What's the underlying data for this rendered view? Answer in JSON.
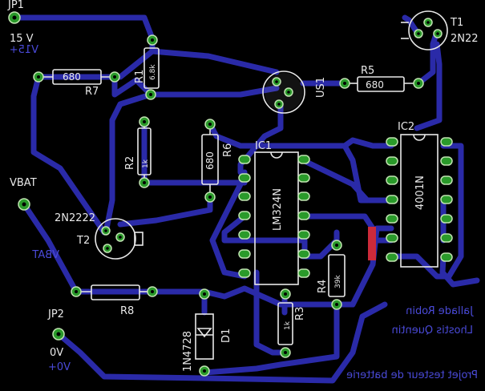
{
  "labels": {
    "jp1": "JP1",
    "jp1_voltage": "15 V",
    "jp1_mirror": "V15+",
    "vbat": "VBAT",
    "vbat_mirror": "VBAT",
    "jp2": "JP2",
    "jp2_voltage": "0V",
    "jp2_mirror": "V0+",
    "t1": "T1",
    "t1_part": "2N22",
    "t2": "T2",
    "t2_part": "2N2222",
    "r7": "R7",
    "r7_value": "680",
    "r1": "R1",
    "r1_value": "6.8k",
    "r5": "R5",
    "r5_value": "680",
    "us1": "US1",
    "r2": "R2",
    "r2_value": "1k",
    "r6": "R6",
    "r6_value": "680",
    "ic1": "IC1",
    "ic1_part": "LM324N",
    "ic2": "IC2",
    "ic2_part": "4001N",
    "r8": "R8",
    "d1": "D1",
    "d1_part": "1N4728",
    "r3": "R3",
    "r3_value": "1k",
    "r4": "R4",
    "r4_value": "39k",
    "author1": "Jallade Robin",
    "author2": "Lhostis Quentin",
    "project": "Projet testeur de batterie"
  },
  "colors": {
    "background": "#000000",
    "trace": "#2a2aa8",
    "pad": "#2a9a2a",
    "silkscreen": "#e8e8e8",
    "bottom_text": "#4a4ad8",
    "jumper": "#cc2a3a"
  }
}
